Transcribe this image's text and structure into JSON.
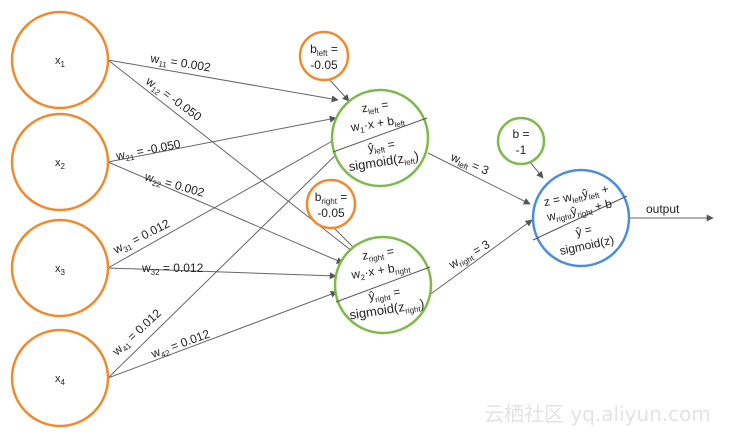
{
  "inputs": [
    {
      "base": "x",
      "sub": "1"
    },
    {
      "base": "x",
      "sub": "2"
    },
    {
      "base": "x",
      "sub": "3"
    },
    {
      "base": "x",
      "sub": "4"
    }
  ],
  "weights": {
    "w11": {
      "base": "w",
      "sub": "11",
      "val": " = 0.002"
    },
    "w12": {
      "base": "w",
      "sub": "12",
      "val": " = -0.050"
    },
    "w21": {
      "base": "w",
      "sub": "21",
      "val": " = -0.050"
    },
    "w22": {
      "base": "w",
      "sub": "22",
      "val": " = 0.002"
    },
    "w31": {
      "base": "w",
      "sub": "31",
      "val": " = 0.012"
    },
    "w32": {
      "base": "w",
      "sub": "32",
      "val": " = 0.012"
    },
    "w41": {
      "base": "w",
      "sub": "41",
      "val": " = 0.012"
    },
    "w42": {
      "base": "w",
      "sub": "42",
      "val": " = 0.012"
    },
    "wleft": {
      "base": "w",
      "sub": "left",
      "val": " = 3"
    },
    "wright": {
      "base": "w",
      "sub": "right",
      "val": " = 3"
    }
  },
  "bias_left": {
    "line1_base": "b",
    "line1_sub": "left",
    "line1_tail": " =",
    "line2": "-0.05"
  },
  "bias_right": {
    "line1_base": "b",
    "line1_sub": "right",
    "line1_tail": " =",
    "line2": "-0.05"
  },
  "bias_out": {
    "line1": "b =",
    "line2": "-1"
  },
  "neuron_left": {
    "z_base": "z",
    "z_sub": "left",
    "z_tail": " =",
    "l2_a": "w",
    "l2_sub": "1",
    "l2_b": "·x + b",
    "l2_sub2": "left",
    "y_base": "ŷ",
    "y_sub": "left",
    "y_tail": " =",
    "s_a": "sigmoid(z",
    "s_sub": "left",
    "s_b": ")"
  },
  "neuron_right": {
    "z_base": "z",
    "z_sub": "right",
    "z_tail": " =",
    "l2_a": "w",
    "l2_sub": "2",
    "l2_b": "·x + b",
    "l2_sub2": "right",
    "y_base": "ŷ",
    "y_sub": "right",
    "y_tail": " =",
    "s_a": "sigmoid(z",
    "s_sub": "right",
    "s_b": ")"
  },
  "neuron_out": {
    "l1_a": "z = w",
    "l1_sub": "left",
    "l1_b": "ŷ",
    "l1_sub2": "left",
    "l1_c": " +",
    "l2_a": "w",
    "l2_sub": "right",
    "l2_b": "ŷ",
    "l2_sub2": "right",
    "l2_c": " + b",
    "l3": "ŷ =",
    "l4": "sigmoid(z)"
  },
  "output_label": "output",
  "watermark": "云栖社区 yq.aliyun.com",
  "colors": {
    "input": "#f08a2e",
    "hidden": "#7dba4a",
    "output": "#4a8fdb",
    "line": "#555555"
  }
}
